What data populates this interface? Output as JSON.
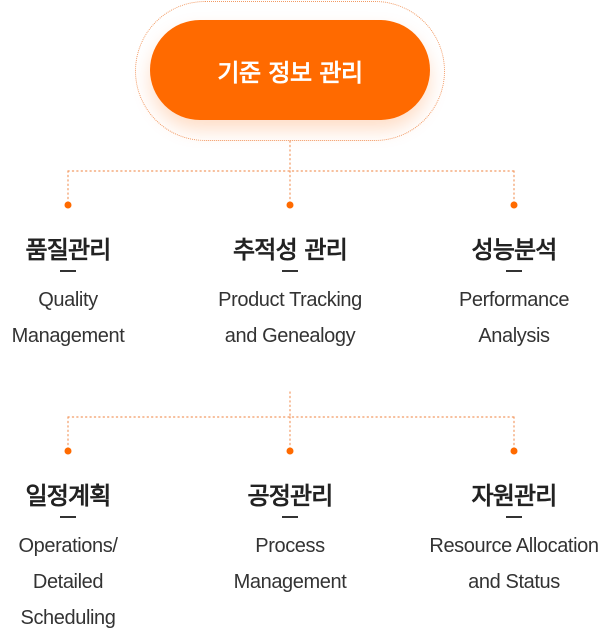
{
  "diagram": {
    "root": {
      "label": "기준 정보 관리"
    },
    "rows": [
      {
        "nodes": [
          {
            "title": "품질관리",
            "desc_lines": [
              "Quality",
              "Management"
            ]
          },
          {
            "title": "추적성 관리",
            "desc_lines": [
              "Product Tracking",
              "and Genealogy"
            ]
          },
          {
            "title": "성능분석",
            "desc_lines": [
              "Performance",
              "Analysis"
            ]
          }
        ]
      },
      {
        "nodes": [
          {
            "title": "일정계획",
            "desc_lines": [
              "Operations/",
              "Detailed",
              "Scheduling"
            ]
          },
          {
            "title": "공정관리",
            "desc_lines": [
              "Process",
              "Management"
            ]
          },
          {
            "title": "자원관리",
            "desc_lines": [
              "Resource Allocation",
              "and Status"
            ]
          }
        ]
      }
    ],
    "colors": {
      "accent": "#ff6a00",
      "connector": "#f29a63",
      "text": "#222222"
    }
  }
}
